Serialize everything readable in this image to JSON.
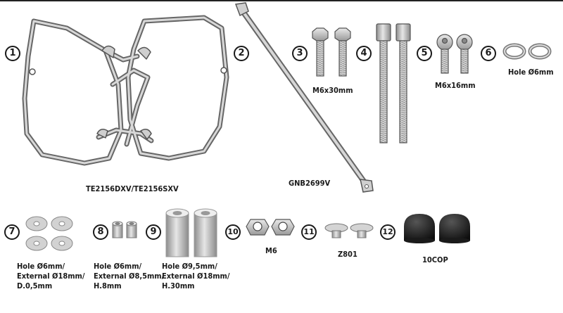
{
  "parts": [
    {
      "num": "1",
      "label": "TE2156DXV/TE2156SXV",
      "icon": "side-frame-icon"
    },
    {
      "num": "2",
      "label": "GNB2699V",
      "icon": "strut-bar-icon"
    },
    {
      "num": "3",
      "label": "M6x30mm",
      "icon": "hex-bolt-icon"
    },
    {
      "num": "4",
      "label": "",
      "icon": "long-socket-screw-icon"
    },
    {
      "num": "5",
      "label": "M6x16mm",
      "icon": "short-bolt-icon"
    },
    {
      "num": "6",
      "label": "Hole Ø6mm",
      "icon": "spring-washer-icon"
    },
    {
      "num": "7",
      "label": "Hole Ø6mm/\nExternal Ø18mm/\nD.0,5mm",
      "icon": "flat-washer-icon"
    },
    {
      "num": "8",
      "label": "Hole Ø6mm/\nExternal Ø8,5mm/\nH.8mm",
      "icon": "small-spacer-icon"
    },
    {
      "num": "9",
      "label": "Hole Ø9,5mm/\nExternal Ø18mm/\nH.30mm",
      "icon": "large-spacer-icon"
    },
    {
      "num": "10",
      "label": "M6",
      "icon": "lock-nut-icon"
    },
    {
      "num": "11",
      "label": "Z801",
      "icon": "push-clip-icon"
    },
    {
      "num": "12",
      "label": "10COP",
      "icon": "cap-nut-icon"
    }
  ]
}
